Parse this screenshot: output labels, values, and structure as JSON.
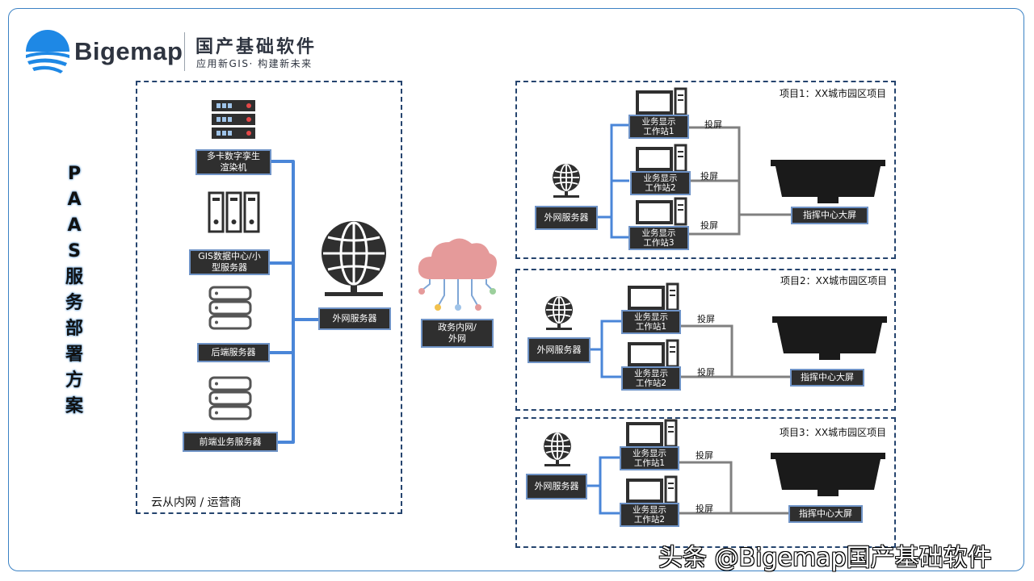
{
  "brand": {
    "name": "Bigemap",
    "cn_name": "国产基础软件",
    "tagline": "应用新GIS· 构建新未来"
  },
  "side_title": [
    "P",
    "A",
    "A",
    "S",
    "服",
    "务",
    "部",
    "署",
    "方",
    "案"
  ],
  "cloud_network": {
    "footer": "云从内网 / 运营商",
    "servers": [
      {
        "icon": "server-rack-icon",
        "label_lines": [
          "多卡数字孪生",
          "渲染机"
        ]
      },
      {
        "icon": "file-cabinet-icon",
        "label_lines": [
          "GIS数据中心/小",
          "型服务器"
        ]
      },
      {
        "icon": "database-icon",
        "label_lines": [
          "后端服务器"
        ]
      },
      {
        "icon": "database-icon",
        "label_lines": [
          "前端业务服务器"
        ]
      }
    ],
    "gateway": {
      "icon": "globe-network-icon",
      "label": "外网服务器"
    }
  },
  "gov_cloud": {
    "icon": "cloud-network-icon",
    "label_lines": [
      "政务内网/",
      "外网"
    ]
  },
  "projects": [
    {
      "title": "项目1：XX城市园区项目",
      "server_label": "外网服务器",
      "workstations": [
        [
          "业务显示",
          "工作站1"
        ],
        [
          "业务显示",
          "工作站2"
        ],
        [
          "业务显示",
          "工作站3"
        ]
      ],
      "cast_label": "投屏",
      "screen_label": "指挥中心大屏"
    },
    {
      "title": "项目2：XX城市园区项目",
      "server_label": "外网服务器",
      "workstations": [
        [
          "业务显示",
          "工作站1"
        ],
        [
          "业务显示",
          "工作站2"
        ]
      ],
      "cast_label": "投屏",
      "screen_label": "指挥中心大屏"
    },
    {
      "title": "项目3：XX城市园区项目",
      "server_label": "外网服务器",
      "workstations": [
        [
          "业务显示",
          "工作站1"
        ],
        [
          "业务显示",
          "工作站2"
        ]
      ],
      "cast_label": "投屏",
      "screen_label": "指挥中心大屏"
    }
  ],
  "watermark": "头条 @Bigemap国产基础软件",
  "colors": {
    "line_blue": "#4a86d8",
    "line_gray": "#808080",
    "box_border": "#25446e",
    "label_bg": "#2f2f2f",
    "cloud": "#e59a9a"
  }
}
